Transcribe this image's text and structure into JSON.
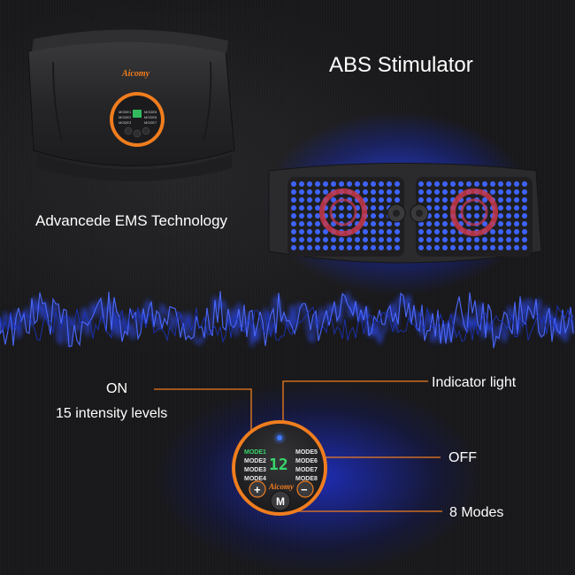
{
  "title": "ABS Stimulator",
  "subtitle": "Advancede EMS Technology",
  "callouts": {
    "on": "ON",
    "levels": "15 intensity levels",
    "indicator": "Indicator light",
    "off": "OFF",
    "modes": "8 Modes"
  },
  "brand": "Aicomy",
  "display_digit": "12",
  "mode_labels_left": [
    "MODE1",
    "MODE2",
    "MODE3",
    "MODE4"
  ],
  "mode_labels_right": [
    "MODE5",
    "MODE6",
    "MODE7",
    "MODE8"
  ],
  "buttons": {
    "plus": "+",
    "minus": "−",
    "mode": "M"
  },
  "colors": {
    "accent": "#f07d1e",
    "glow": "#2a46ff",
    "digit": "#37d66a",
    "electrode": "#3f63ff",
    "belt": "#2b2b2d"
  }
}
